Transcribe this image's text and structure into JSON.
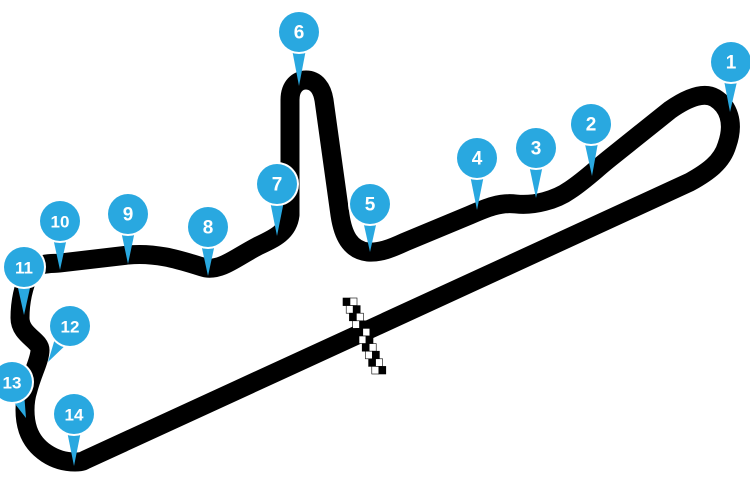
{
  "map": {
    "colors": {
      "track": "#000000",
      "marker": "#29a8e0",
      "marker_text": "#ffffff",
      "background": "#ffffff",
      "flag_dark": "#000000",
      "flag_light": "#ffffff"
    },
    "corners": [
      {
        "label": "1"
      },
      {
        "label": "2"
      },
      {
        "label": "3"
      },
      {
        "label": "4"
      },
      {
        "label": "5"
      },
      {
        "label": "6"
      },
      {
        "label": "7"
      },
      {
        "label": "8"
      },
      {
        "label": "9"
      },
      {
        "label": "10"
      },
      {
        "label": "11"
      },
      {
        "label": "12"
      },
      {
        "label": "13"
      },
      {
        "label": "14"
      }
    ]
  }
}
